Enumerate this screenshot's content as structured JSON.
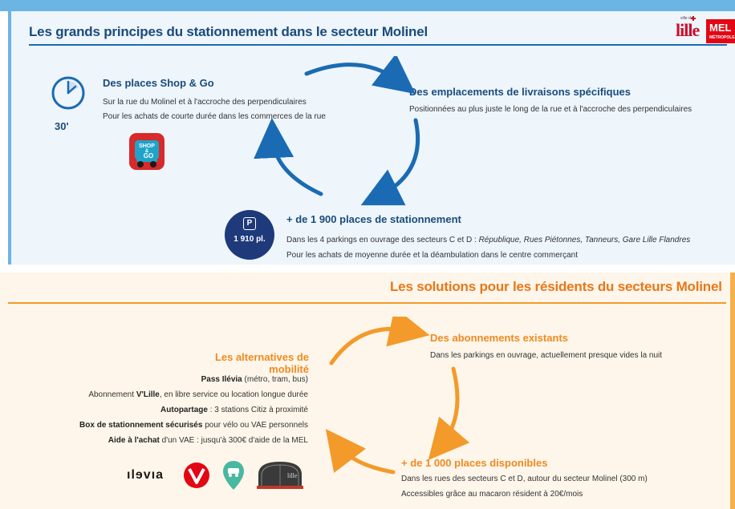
{
  "top": {
    "title": "Les grands principes du stationnement dans le secteur Molinel",
    "logos": {
      "lille_small": "ville de",
      "lille_word": "lille",
      "mel_word": "MEL",
      "mel_sub": "MÉTROPOLE"
    },
    "shop_go": {
      "heading": "Des places Shop & Go",
      "clock_label": "30'",
      "lines": [
        "Sur la rue du Molinel et à l'accroche des perpendiculaires",
        "Pour les achats de courte durée dans les commerces de la rue"
      ],
      "logo_text": [
        "SHOP",
        "&",
        "GO"
      ]
    },
    "livraisons": {
      "heading": "Des emplacements de livraisons spécifiques",
      "lines": [
        "Positionnées au plus juste le long de la rue et à l'accroche des perpendiculaires"
      ]
    },
    "parking": {
      "heading": "+ de 1 900 places de stationnement",
      "badge_icon_text": "P",
      "badge_label": "1 910 pl.",
      "line1_prefix": "Dans les 4 parkings en ouvrage des secteurs C et D : ",
      "line1_italic": "République, Rues Piétonnes, Tanneurs, Gare Lille Flandres",
      "line2": "Pour les achats de moyenne durée et la déambulation dans le centre commerçant"
    },
    "colors": {
      "primary": "#1a4c7c",
      "arrow": "#1a6bb3",
      "badge": "#1f3a7a"
    }
  },
  "bottom": {
    "title": "Les solutions pour les résidents du secteurs Molinel",
    "alternatives": {
      "heading": "Les alternatives de mobilité",
      "items": [
        {
          "bold": "Pass Ilévia",
          "rest": " (métro, tram, bus)",
          "bold_first": true
        },
        {
          "pre": "Abonnement ",
          "bold": "V'Lille",
          "rest": ", en libre service ou location longue durée"
        },
        {
          "bold": "Autopartage",
          "rest": " : 3 stations Citiz à proximité",
          "bold_first": true
        },
        {
          "bold": "Box de stationnement sécurisés",
          "rest": " pour vélo ou VAE personnels",
          "bold_first": true
        },
        {
          "bold": "Aide à l'achat",
          "rest": " d'un VAE : jusqu'à 300€ d'aide de la MEL",
          "bold_first": true
        }
      ],
      "logos": {
        "ilevia": "ılɘvıa",
        "box_text": "lille"
      }
    },
    "abonnements": {
      "heading": "Des abonnements existants",
      "lines": [
        "Dans les parkings en ouvrage, actuellement presque vides la nuit"
      ]
    },
    "places": {
      "heading": "+ de 1 000 places disponibles",
      "lines": [
        "Dans les rues des secteurs C et D, autour du secteur Molinel (300 m)",
        "Accessibles grâce au macaron résident à 20€/mois"
      ]
    },
    "colors": {
      "primary": "#ef8a21",
      "arrow": "#f39a2a"
    }
  }
}
